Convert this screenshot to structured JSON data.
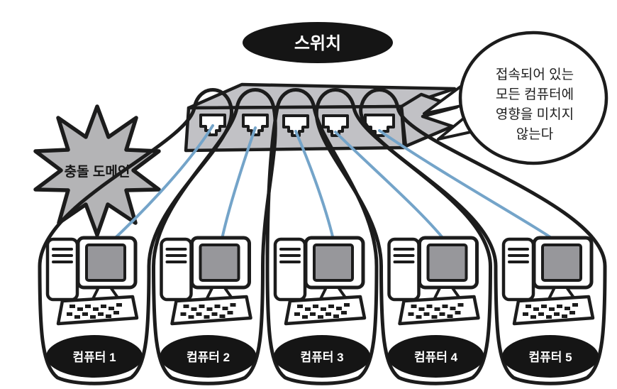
{
  "diagram": {
    "title": "스위치",
    "collision_domain": {
      "label": "충돌 도메인"
    },
    "speech_bubble": {
      "lines": [
        "접속되어 있는",
        "모든 컴퓨터에",
        "영향을 미치지",
        "않는다"
      ]
    },
    "computers": [
      {
        "label": "컴퓨터 1"
      },
      {
        "label": "컴퓨터 2"
      },
      {
        "label": "컴퓨터 3"
      },
      {
        "label": "컴퓨터 4"
      },
      {
        "label": "컴퓨터 5"
      }
    ],
    "icons": {
      "switch": "network-switch-device",
      "port": "rj45-port-icon",
      "cable": "ethernet-cable",
      "computer": "desktop-computer-icon",
      "burst": "collision-domain-starburst",
      "bubble": "speech-bubble"
    },
    "colors": {
      "ink": "#1c1c1c",
      "device_gray": "#c1c1c5",
      "starburst_gray": "#b4b4b6",
      "screen_gray": "#97979b",
      "cable_blue": "#74a4c9",
      "label_bg": "#151515",
      "label_text": "#ffffff"
    }
  }
}
